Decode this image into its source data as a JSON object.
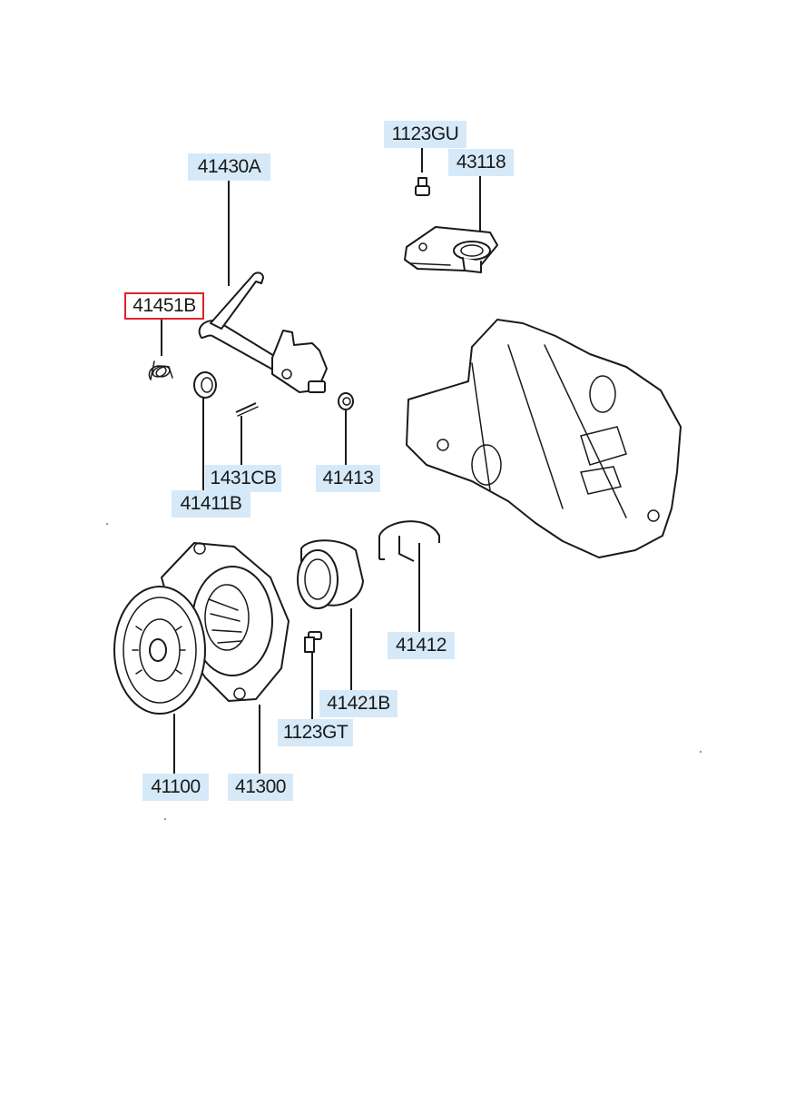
{
  "diagram": {
    "selected_part": "41451B",
    "callouts": [
      {
        "id": "1123GU",
        "label": "1123GU"
      },
      {
        "id": "43118",
        "label": "43118"
      },
      {
        "id": "41430A",
        "label": "41430A"
      },
      {
        "id": "41451B",
        "label": "41451B"
      },
      {
        "id": "1431CB",
        "label": "1431CB"
      },
      {
        "id": "41411B",
        "label": "41411B"
      },
      {
        "id": "41413",
        "label": "41413"
      },
      {
        "id": "41412",
        "label": "41412"
      },
      {
        "id": "41421B",
        "label": "41421B"
      },
      {
        "id": "1123GT",
        "label": "1123GT"
      },
      {
        "id": "41100",
        "label": "41100"
      },
      {
        "id": "41300",
        "label": "41300"
      }
    ],
    "colors": {
      "callout_bg": "#d6e9f8",
      "highlight_border": "#e0212b",
      "line": "#1a1a1a"
    }
  }
}
